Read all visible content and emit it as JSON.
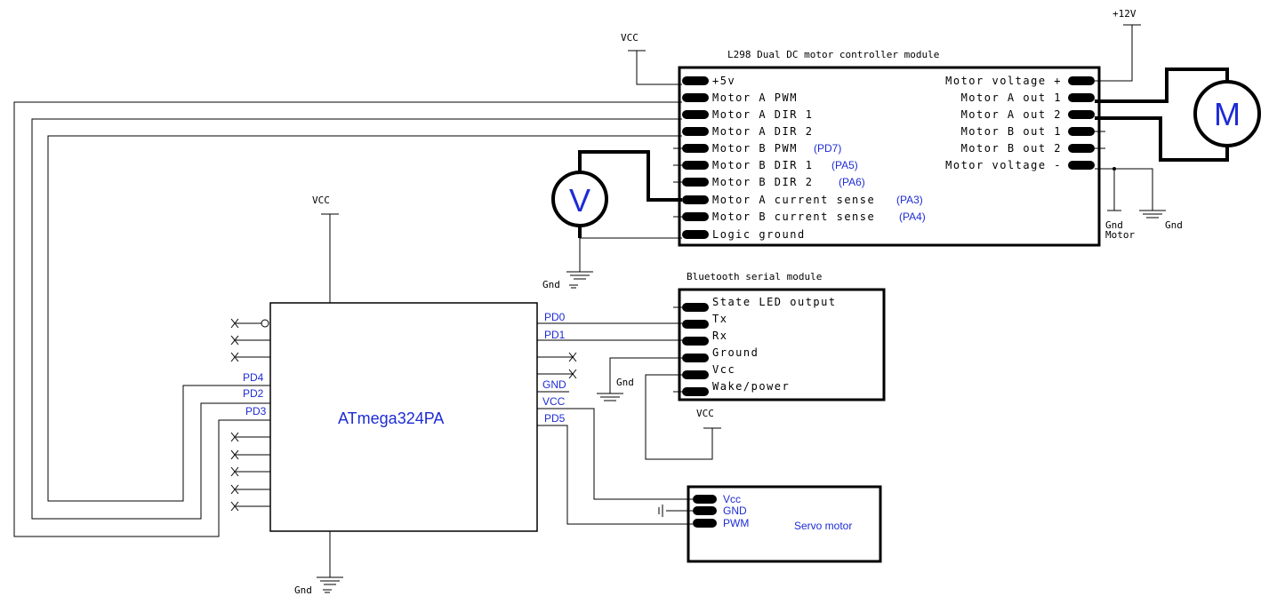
{
  "l298": {
    "title": "L298 Dual DC motor controller module",
    "left_pins": [
      "+5v",
      "Motor A PWM",
      "Motor A DIR 1",
      "Motor A DIR 2",
      "Motor B PWM",
      "Motor B DIR 1",
      "Motor B DIR 2",
      "Motor A current sense",
      "Motor B current sense",
      "Logic ground"
    ],
    "left_annotations": [
      "",
      "",
      "",
      "",
      "(PD7)",
      "(PA5)",
      "(PA6)",
      "(PA3)",
      "(PA4)",
      ""
    ],
    "right_pins": [
      "Motor voltage +",
      "Motor A out 1",
      "Motor A out 2",
      "Motor B out 1",
      "Motor B out 2",
      "Motor voltage -"
    ]
  },
  "bluetooth": {
    "title": "Bluetooth serial module",
    "pins": [
      "State LED output",
      "Tx",
      "Rx",
      "Ground",
      "Vcc",
      "Wake/power"
    ]
  },
  "mcu": {
    "name": "ATmega324PA",
    "left_labels": [
      "PD4",
      "PD2",
      "PD3"
    ],
    "right_labels": [
      "PD0",
      "PD1",
      "GND",
      "VCC",
      "PD5"
    ]
  },
  "servo": {
    "name": "Servo motor",
    "pins": [
      "Vcc",
      "GND",
      "PWM"
    ]
  },
  "power": {
    "vcc": "VCC",
    "v12": "+12V",
    "gnd": "Gnd",
    "gnd_motor_1": "Gnd",
    "gnd_motor_2": "Motor"
  },
  "symbols": {
    "motor_letter": "M",
    "meter_letter": "V"
  }
}
